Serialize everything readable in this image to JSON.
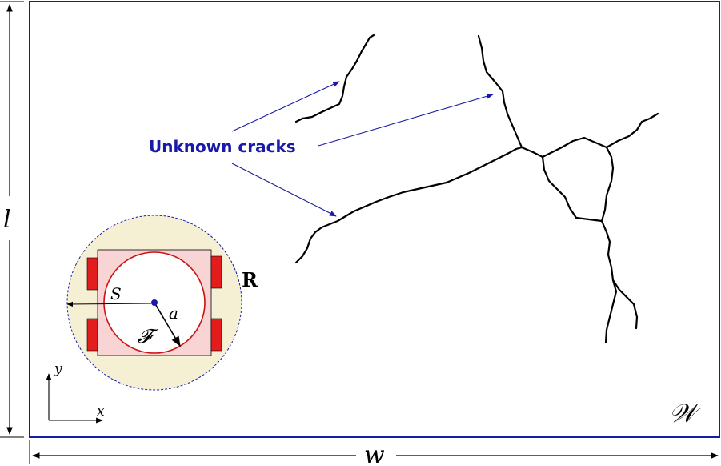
{
  "callout": {
    "text": "Unknown cracks"
  },
  "labels": {
    "workspace": "𝒲",
    "width": "w",
    "length": "l",
    "robot": "R",
    "sensor": "S",
    "radius": "a",
    "footprint": "𝓕",
    "axis_x": "x",
    "axis_y": "y"
  },
  "colors": {
    "border": "#1a1aa8",
    "callout": "#1a1aa8",
    "outer_circle_fill": "#f5f0d3",
    "body_fill": "#f9d4d4",
    "inner_circle": "#cc1111",
    "wheels": "#e51c1c",
    "center_dot": "#1a1aa8",
    "crack": "#000000"
  }
}
